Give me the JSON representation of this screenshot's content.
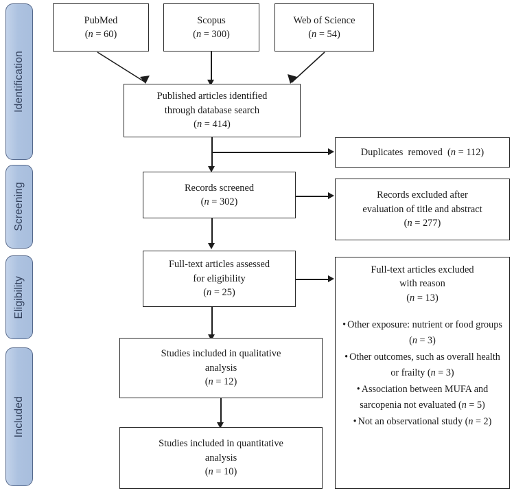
{
  "figure": {
    "type": "prisma-flow-diagram",
    "stages": [
      {
        "id": "identification",
        "label": "Identification"
      },
      {
        "id": "screening",
        "label": "Screening"
      },
      {
        "id": "eligibility",
        "label": "Eligibility"
      },
      {
        "id": "included",
        "label": "Included"
      }
    ],
    "sources": [
      {
        "id": "pubmed",
        "name": "PubMed",
        "n_label": "(n = 60)",
        "n": 60
      },
      {
        "id": "scopus",
        "name": "Scopus",
        "n_label": "(n = 300)",
        "n": 300
      },
      {
        "id": "wos",
        "name": "Web of Science",
        "n_label": "(n = 54)",
        "n": 54
      }
    ],
    "boxes": {
      "identified": {
        "line1": "Published  articles  identified",
        "line2": "through  database  search",
        "n_label": "(n = 414)",
        "n": 414
      },
      "duplicates": {
        "line1": "Duplicates  removed  (n = 112)",
        "n": 112
      },
      "screened": {
        "line1": "Records screened",
        "n_label": "(n = 302)",
        "n": 302
      },
      "excluded_screening": {
        "line1": "Records  excluded  after",
        "line2": "evaluation  of title  and abstract",
        "n_label": "(n = 277)",
        "n": 277
      },
      "fulltext_assessed": {
        "line1": "Full-text  articles  assessed",
        "line2": "for eligibility",
        "n_label": "(n = 25)",
        "n": 25
      },
      "fulltext_excluded": {
        "line1": "Full-text  articles  excluded",
        "line2": "with  reason",
        "n_label": "(n = 13)",
        "n": 13,
        "reasons": [
          {
            "text": "Other exposure: nutrient  or  food groups",
            "n_label": "(n = 3)",
            "n": 3
          },
          {
            "text": "Other outcomes, such as overall health or frailty",
            "n_label": "(n = 3)",
            "n": 3
          },
          {
            "text": "Association between MUFA and sarcopenia not evaluated",
            "n_label": "(n = 5)",
            "n": 5
          },
          {
            "text": "Not an observational study",
            "n_label": "(n = 2)",
            "n": 2
          }
        ]
      },
      "qualitative": {
        "line1": "Studies  included  in  qualitative",
        "line2": "analysis",
        "n_label": "(n = 12)",
        "n": 12
      },
      "quantitative": {
        "line1": "Studies  included  in  quantitative",
        "line2": "analysis",
        "n_label": "(n = 10)",
        "n": 10
      }
    },
    "colors": {
      "stage_fill": "#aec2e0",
      "stage_border": "#54678a",
      "stage_text": "#33415c",
      "box_border": "#2b2b2b",
      "box_fill": "#ffffff",
      "connector": "#1d1d1d",
      "page_background": "#ffffff"
    }
  }
}
